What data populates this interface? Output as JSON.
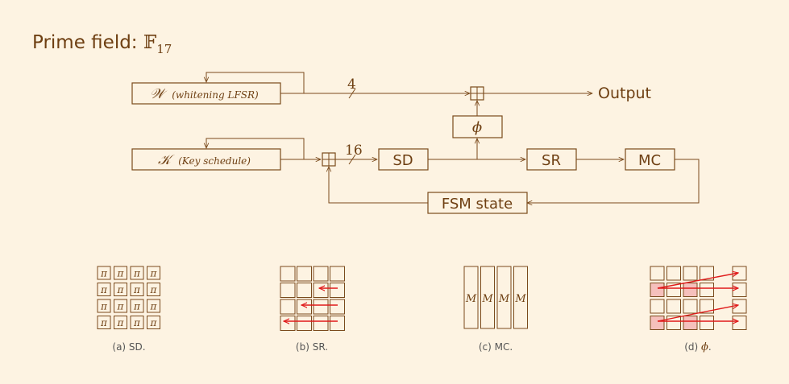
{
  "title": {
    "prefix": "Prime field: ",
    "field_symbol": "𝔽",
    "field_subscript": "17"
  },
  "diagram": {
    "w_box": {
      "symbol": "𝒲",
      "label": "(whitening LFSR)"
    },
    "k_box": {
      "symbol": "𝒦",
      "label": "(Key schedule)"
    },
    "bus_width_top": "4",
    "bus_width_mid": "16",
    "phi_label": "ϕ",
    "output_label": "Output",
    "sd_label": "SD",
    "sr_label": "SR",
    "mc_label": "MC",
    "fsm_label": "FSM state"
  },
  "panels": {
    "sd": {
      "cell_symbol": "π",
      "caption": "(a) SD."
    },
    "sr": {
      "caption": "(b) SR."
    },
    "mc": {
      "column_symbol": "M",
      "caption": "(c) MC."
    },
    "phi": {
      "caption_prefix": "(d) ",
      "caption_symbol": "ϕ",
      "caption_suffix": "."
    }
  },
  "colors": {
    "background": "#fdf3e2",
    "ink": "#6e3f12",
    "stroke": "#7a4a1c",
    "arrow_red": "#e01a1a",
    "highlight": "#f5c0bc"
  }
}
